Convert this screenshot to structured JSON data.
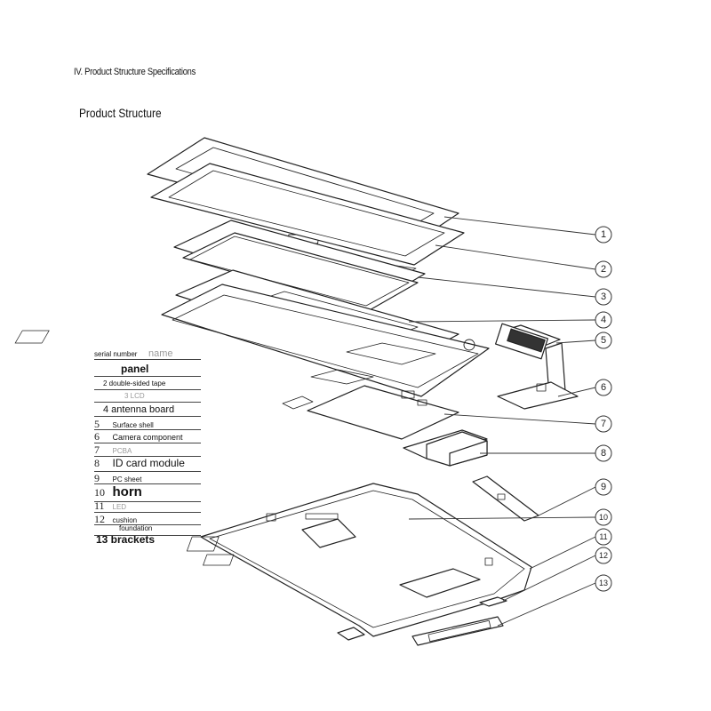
{
  "header": {
    "section_title": "IV. Product Structure Specifications",
    "subtitle": "Product Structure"
  },
  "callouts": [
    "1",
    "2",
    "3",
    "4",
    "5",
    "6",
    "7",
    "8",
    "9",
    "10",
    "11",
    "12",
    "13"
  ],
  "parts_table": {
    "header_serial": "serial number",
    "header_name": "name",
    "rows": [
      {
        "num": "",
        "label": "panel"
      },
      {
        "num": "",
        "label": "2 double-sided tape"
      },
      {
        "num": "",
        "label": "3 LCD"
      },
      {
        "num": "",
        "label": "4 antenna board"
      },
      {
        "num": "5",
        "label": "Surface shell"
      },
      {
        "num": "6",
        "label": "Camera component"
      },
      {
        "num": "7",
        "label": "PCBA"
      },
      {
        "num": "8",
        "label": "ID card module"
      },
      {
        "num": "9",
        "label": "PC sheet"
      },
      {
        "num": "10",
        "label": "horn"
      },
      {
        "num": "11",
        "label": "LED"
      },
      {
        "num": "12",
        "label": "cushion"
      },
      {
        "num": "",
        "label": "foundation"
      },
      {
        "num": "",
        "label": "13 brackets"
      }
    ]
  }
}
